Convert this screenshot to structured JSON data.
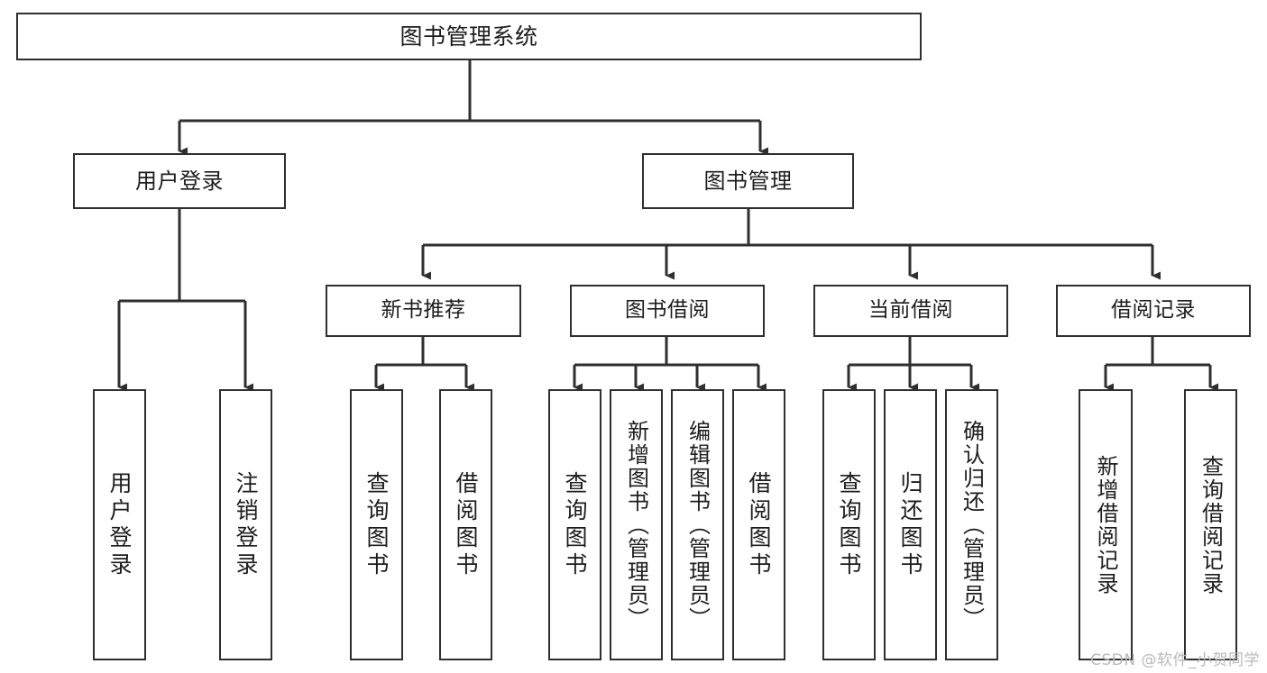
{
  "diagram": {
    "title": "图书管理系统",
    "type": "tree",
    "orientation": "top-down",
    "colors": {
      "stroke": "#2f2f2f",
      "fill": "#ffffff",
      "text": "#1d1d1d",
      "watermark": "#b9b9b9",
      "background": "#ffffff"
    }
  },
  "nodes": {
    "root": {
      "label": "图书管理系统"
    },
    "level1": [
      {
        "id": "user-login",
        "label": "用户登录"
      },
      {
        "id": "book-manage",
        "label": "图书管理"
      }
    ],
    "level2": [
      {
        "id": "new-book-recommend",
        "label": "新书推荐"
      },
      {
        "id": "book-borrow",
        "label": "图书借阅"
      },
      {
        "id": "current-borrow",
        "label": "当前借阅"
      },
      {
        "id": "borrow-record",
        "label": "借阅记录"
      }
    ],
    "leaves": {
      "user-login": [
        {
          "id": "leaf-user-login",
          "label": "用户登录"
        },
        {
          "id": "leaf-logout-login",
          "label": "注销登录"
        }
      ],
      "new-book-recommend": [
        {
          "id": "leaf-query-book-1",
          "label": "查询图书"
        },
        {
          "id": "leaf-borrow-book-1",
          "label": "借阅图书"
        }
      ],
      "book-borrow": [
        {
          "id": "leaf-query-book-2",
          "label": "查询图书"
        },
        {
          "id": "leaf-add-book",
          "label": "新增图书（管理员）"
        },
        {
          "id": "leaf-edit-book",
          "label": "编辑图书（管理员）"
        },
        {
          "id": "leaf-borrow-book-2",
          "label": "借阅图书"
        }
      ],
      "current-borrow": [
        {
          "id": "leaf-query-book-3",
          "label": "查询图书"
        },
        {
          "id": "leaf-return-book",
          "label": "归还图书"
        },
        {
          "id": "leaf-confirm-return",
          "label": "确认归还（管理员）"
        }
      ],
      "borrow-record": [
        {
          "id": "leaf-add-record",
          "label": "新增借阅记录"
        },
        {
          "id": "leaf-query-record",
          "label": "查询借阅记录"
        }
      ]
    }
  },
  "watermark": {
    "text": "CSDN @软件_小贺同学"
  }
}
